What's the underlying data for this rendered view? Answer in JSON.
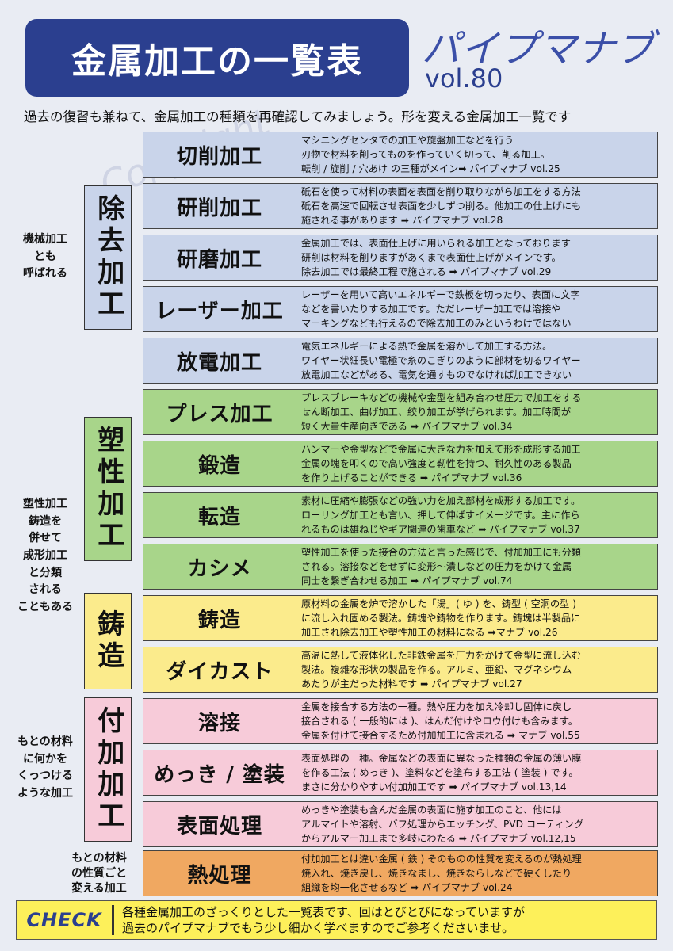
{
  "header": {
    "title": "金属加工の一覧表",
    "brand": "パイプマナブ",
    "vol": "vol.80",
    "watermark": "Copyright"
  },
  "intro": "過去の復習も兼ねて、金属加工の種類を再確認してみましょう。形を変える金属加工一覧です",
  "categories": [
    {
      "label": "除去加工"
    },
    {
      "label": "塑性加工"
    },
    {
      "label": "鋳造"
    },
    {
      "label": "付加加工"
    }
  ],
  "notes": [
    {
      "lines": [
        "機械加工",
        "とも",
        "呼ばれる"
      ]
    },
    {
      "lines": [
        "塑性加工",
        "鋳造を",
        "併せて",
        "成形加工",
        "と分類",
        "される",
        "こともある"
      ]
    },
    {
      "lines": [
        "もとの材料",
        "に何かを",
        "くっつける",
        "ような加工"
      ]
    },
    {
      "lines": [
        "もとの材料",
        "の性質ごと",
        "変える加工"
      ]
    }
  ],
  "rows": [
    {
      "name": "切削加工",
      "lines": [
        "マシニングセンタでの加工や旋盤加工などを行う",
        "刃物で材料を削ってものを作っていく切って、削る加工。",
        "転削 / 旋削 / 穴あけ の三種がメイン➡ パイプマナブ vol.25"
      ]
    },
    {
      "name": "研削加工",
      "lines": [
        "砥石を使って材料の表面を表面を削り取りながら加工をする方法",
        "砥石を高速で回転させ表面を少しずつ削る。他加工の仕上げにも",
        "施される事があります ➡ パイプマナブ vol.28"
      ]
    },
    {
      "name": "研磨加工",
      "lines": [
        "金属加工では、表面仕上げに用いられる加工となっております",
        "研削は材料を削りますがあくまで表面仕上げがメインです。",
        "除去加工では最終工程で施される ➡ パイプマナブ vol.29"
      ]
    },
    {
      "name": "レーザー加工",
      "lines": [
        "レーザーを用いて高いエネルギーで鉄板を切ったり、表面に文字",
        "などを書いたりする加工です。ただレーザー加工では溶接や",
        "マーキングなども行えるので除去加工のみというわけではない"
      ]
    },
    {
      "name": "放電加工",
      "lines": [
        "電気エネルギーによる熱で金属を溶かして加工する方法。",
        "ワイヤー状細長い電極で糸のこぎりのように部材を切るワイヤー",
        "放電加工などがある、電気を通すものでなければ加工できない"
      ]
    },
    {
      "name": "プレス加工",
      "lines": [
        "プレスブレーキなどの機械や金型を組み合わせ圧力で加工をする",
        "せん断加工、曲げ加工、絞り加工が挙げられます。加工時間が",
        "短く大量生産向きである ➡ パイプマナブ vol.34"
      ]
    },
    {
      "name": "鍛造",
      "lines": [
        "ハンマーや金型などで金属に大きな力を加えて形を成形する加工",
        "金属の塊を叩くので高い強度と靭性を持つ、耐久性のある製品",
        "を作り上げることができる ➡ パイプマナブ vol.36"
      ]
    },
    {
      "name": "転造",
      "lines": [
        "素材に圧縮や膨張などの強い力を加え部材を成形する加工です。",
        "ローリング加工とも言い、押して伸ばすイメージです。主に作ら",
        "れるものは雄ねじやギア関連の歯車など ➡ パイプマナブ vol.37"
      ]
    },
    {
      "name": "カシメ",
      "lines": [
        "塑性加工を使った接合の方法と言った感じで、付加加工にも分類",
        "される。溶接などをせずに変形～潰しなどの圧力をかけて金属",
        "同士を繋ぎ合わせる加工 ➡ パイプマナブ vol.74"
      ]
    },
    {
      "name": "鋳造",
      "lines": [
        "原材料の金属を炉で溶かした「湯」( ゆ ) を、鋳型 ( 空洞の型 )",
        "に流し入れ固める製法。鋳塊や鋳物を作ります。鋳塊は半製品に",
        "加工され除去加工や塑性加工の材料になる ➡マナブ vol.26"
      ]
    },
    {
      "name": "ダイカスト",
      "lines": [
        "高温に熱して液体化した非鉄金属を圧力をかけて金型に流し込む",
        "製法。複雑な形状の製品を作る。アルミ、亜鉛、マグネシウム",
        "あたりが主だった材料です ➡ パイプマナブ vol.27"
      ]
    },
    {
      "name": "溶接",
      "lines": [
        "金属を接合する方法の一種。熱や圧力を加え冷却し固体に戻し",
        "接合される ( 一般的には )、はんだ付けやロウ付けも含みます。",
        "金属を付けて接合するため付加加工に含まれる ➡ マナブ vol.55"
      ]
    },
    {
      "name": "めっき / 塗装",
      "lines": [
        "表面処理の一種。金属などの表面に異なった種類の金属の薄い膜",
        "を作る工法 ( めっき )、塗料などを塗布する工法 ( 塗装 ) です。",
        "まさに分かりやすい付加加工です ➡ パイプマナブ vol.13,14"
      ]
    },
    {
      "name": "表面処理",
      "lines": [
        "めっきや塗装も含んだ金属の表面に施す加工のこと、他には",
        "アルマイトや溶射、バフ処理からエッチング、PVD コーティング",
        "からアルマー加工まで多岐にわたる ➡ パイプマナブ vol.12,15"
      ]
    },
    {
      "name": "熱処理",
      "lines": [
        "付加加工とは違い金属 ( 鉄 ) そのものの性質を変えるのが熱処理",
        "焼入れ、焼き戻し、焼きなまし、焼きならしなどで硬くしたり",
        "組織を均一化させるなど ➡ パイプマナブ vol.24"
      ]
    }
  ],
  "check": {
    "badge": "CHECK",
    "lines": [
      "各種金属加工のざっくりとした一覧表です、回はとびとびになっていますが",
      "過去のパイプマナブでもう少し細かく学べますのでご参考くださいませ。"
    ]
  },
  "colors": {
    "title_bg": "#2b3f8f",
    "removal": "#c9d4ea",
    "plastic": "#a8d58a",
    "casting": "#fbeb8c",
    "additive": "#f7cbd9",
    "heat": "#f0a861",
    "check_bg": "#fdf05a"
  }
}
